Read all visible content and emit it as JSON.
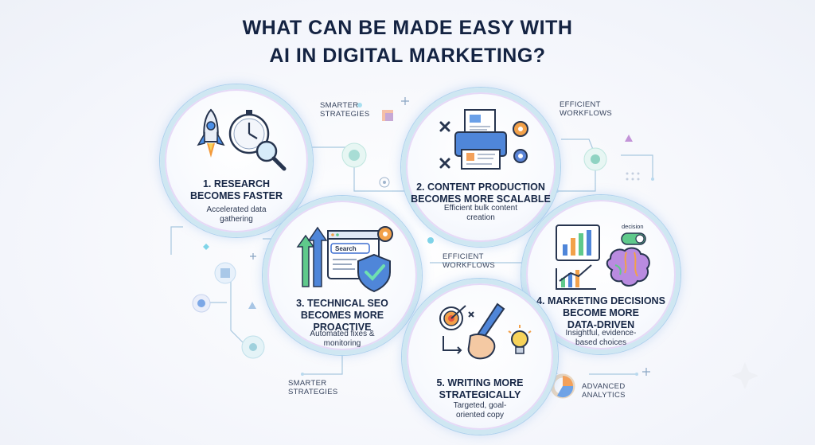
{
  "title": {
    "line1": "WHAT CAN BE MADE EASY WITH",
    "line2": "AI IN DIGITAL MARKETING?"
  },
  "items": [
    {
      "title_line1": "1. RESEARCH",
      "title_line2": "BECOMES FASTER",
      "sub_line1": "Accelerated data",
      "sub_line2": "gathering",
      "icons": [
        "rocket-icon",
        "stopwatch-icon",
        "magnifier-icon"
      ]
    },
    {
      "title_line1": "2. CONTENT PRODUCTION",
      "title_line2": "BECOMES MORE SCALABLE",
      "sub_line1": "Efficient bulk content",
      "sub_line2": "creation",
      "icons": [
        "printer-icon",
        "gear-icon",
        "cross-icon"
      ]
    },
    {
      "title_line1": "3. TECHNICAL SEO",
      "title_line2": "BECOMES MORE",
      "title_line3": "PROACTIVE",
      "sub_line1": "Automated fixes &",
      "sub_line2": "monitoring",
      "search_text": "Search",
      "icons": [
        "arrows-up-icon",
        "browser-icon",
        "shield-check-icon",
        "gear-icon"
      ]
    },
    {
      "title_line1": "4. MARKETING DECISIONS",
      "title_line2": "BECOME MORE",
      "title_line3": "DATA-DRIVEN",
      "sub_line1": "Insightful, evidence-",
      "sub_line2": "based choices",
      "toggle_text": "decision",
      "icons": [
        "bar-chart-icon",
        "brain-icon",
        "toggle-icon"
      ]
    },
    {
      "title_line1": "5. WRITING MORE",
      "title_line2": "STRATEGICALLY",
      "sub_line1": "Targeted, goal-",
      "sub_line2": "oriented copy",
      "icons": [
        "target-icon",
        "pen-hand-icon",
        "lightbulb-icon"
      ]
    }
  ],
  "labels": {
    "smarter_top_1": "SMARTER",
    "smarter_top_2": "STRATEGIES",
    "efficient_top_1": "EFFICIENT",
    "efficient_top_2": "WORKFLOWS",
    "efficient_mid_1": "EFFICIENT",
    "efficient_mid_2": "WORKFLOWS",
    "smarter_bottom_1": "SMARTER",
    "smarter_bottom_2": "STRATEGIES",
    "analytics_1": "ADVANCED",
    "analytics_2": "ANALYTICS"
  },
  "colors": {
    "title": "#142342",
    "ring": "#cfe7f2",
    "accent_blue": "#3d7fe0",
    "accent_green": "#5dc98a",
    "accent_purple": "#9a7bdc",
    "accent_orange": "#f08a3c"
  }
}
